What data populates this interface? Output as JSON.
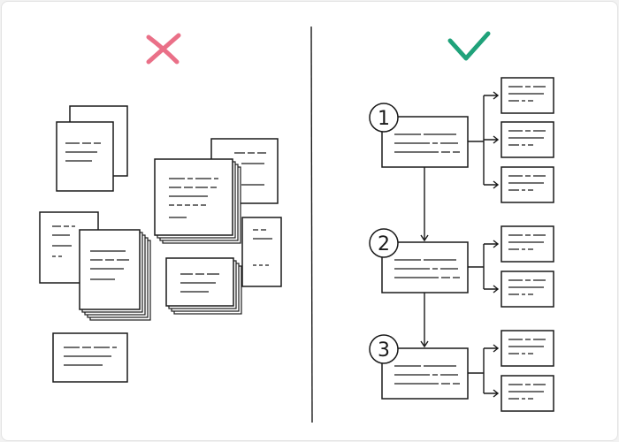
{
  "colors": {
    "bad_mark": "#ea7088",
    "good_mark": "#1fa27a",
    "ink": "#1a1a1a"
  },
  "left_panel": {
    "mark_icon": "cross-icon",
    "meaning": "disorganized"
  },
  "right_panel": {
    "mark_icon": "check-icon",
    "steps": [
      {
        "number": "1"
      },
      {
        "number": "2"
      },
      {
        "number": "3"
      }
    ]
  }
}
